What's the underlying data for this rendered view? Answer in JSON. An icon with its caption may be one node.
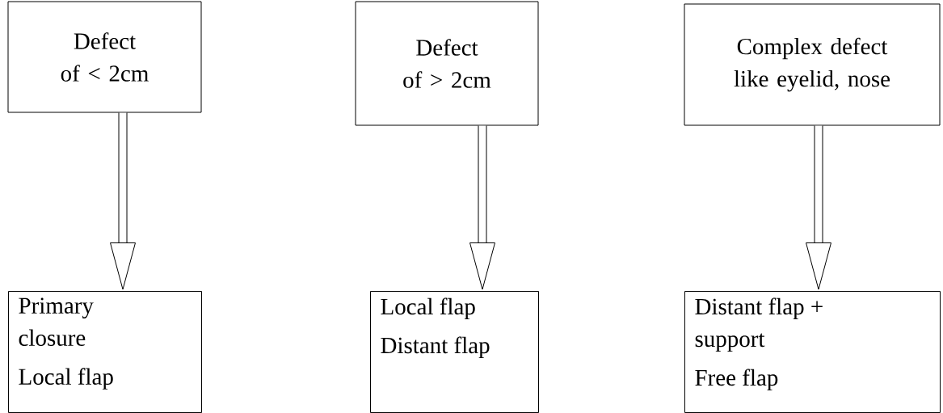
{
  "diagram": {
    "nodes": [
      {
        "text": [
          "Defect of < 2cm"
        ]
      },
      {
        "text": [
          "Defect of > 2cm"
        ]
      },
      {
        "text": [
          "Complex defect like eyelid, nose"
        ]
      },
      {
        "text": [
          "Primary closure",
          "Local flap"
        ]
      },
      {
        "text": [
          "Local flap",
          "Distant flap"
        ]
      },
      {
        "text": [
          "Distant flap + support",
          "Free flap"
        ]
      }
    ],
    "edges": [
      {
        "from": 0,
        "to": 3,
        "arrow": "to"
      },
      {
        "from": 1,
        "to": 4,
        "arrow": "to"
      },
      {
        "from": 2,
        "to": 5,
        "arrow": "to"
      }
    ]
  }
}
